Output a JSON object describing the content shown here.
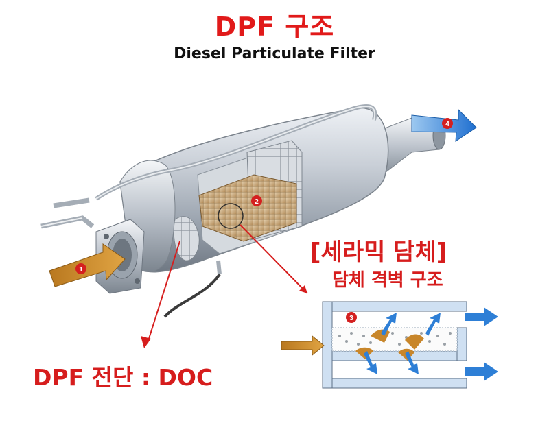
{
  "title": "DPF 구조",
  "subtitle": "Diesel Particulate Filter",
  "labels": {
    "ceramic_substrate": "[세라믹 담체]",
    "substrate_wall_structure": "담체 격벽 구조",
    "dpf_front": "DPF 전단 : DOC"
  },
  "markers": [
    "1",
    "2",
    "3",
    "4"
  ],
  "colors": {
    "title_red": "#e11a1a",
    "label_red": "#d61d1d",
    "flow_blue": "#2e7fd6",
    "soot_orange": "#c8862a",
    "marker_red": "#d42020"
  }
}
